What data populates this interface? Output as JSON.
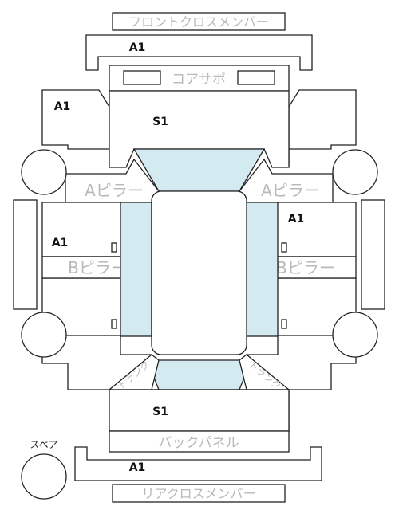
{
  "labels": {
    "front_cross_member": "フロントクロスメンバー",
    "rear_cross_member": "リアクロスメンバー",
    "core_support": "コアサポ",
    "a_pillar": "Aピラー",
    "b_pillar": "Bピラー",
    "back_panel": "バックパネル",
    "trunk": "トランク",
    "spare": "スペア"
  },
  "grades": {
    "front_cross_member": "A1",
    "rear_cross_member": "A1",
    "front_left": "A1",
    "front_right_door": "A1",
    "left_door": "A1",
    "roof_front": "S1",
    "roof_rear": "S1"
  },
  "colors": {
    "glass": "#d4eaf1",
    "line": "#222222",
    "label_gray": "#b9b9b9"
  }
}
